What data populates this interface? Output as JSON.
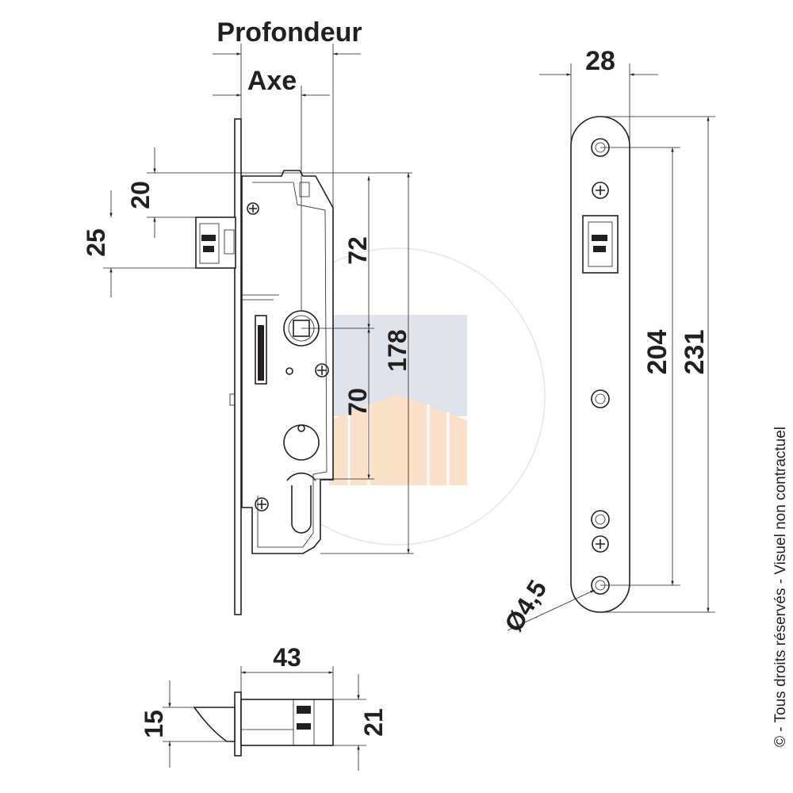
{
  "labels": {
    "profondeur": "Profondeur",
    "axe": "Axe",
    "dim_20": "20",
    "dim_25": "25",
    "dim_72": "72",
    "dim_178": "178",
    "dim_70": "70",
    "dim_28": "28",
    "dim_204": "204",
    "dim_231": "231",
    "dim_43": "43",
    "dim_15": "15",
    "dim_21": "21",
    "diameter": "Ø4,5"
  },
  "copyright": "© - Tous droits réservés - Visuel non contractuel",
  "colors": {
    "line": "#231f20",
    "watermark_blue": "#dfe3ec",
    "watermark_orange": "#fbe1c8",
    "watermark_circle": "#e6e6e6"
  }
}
